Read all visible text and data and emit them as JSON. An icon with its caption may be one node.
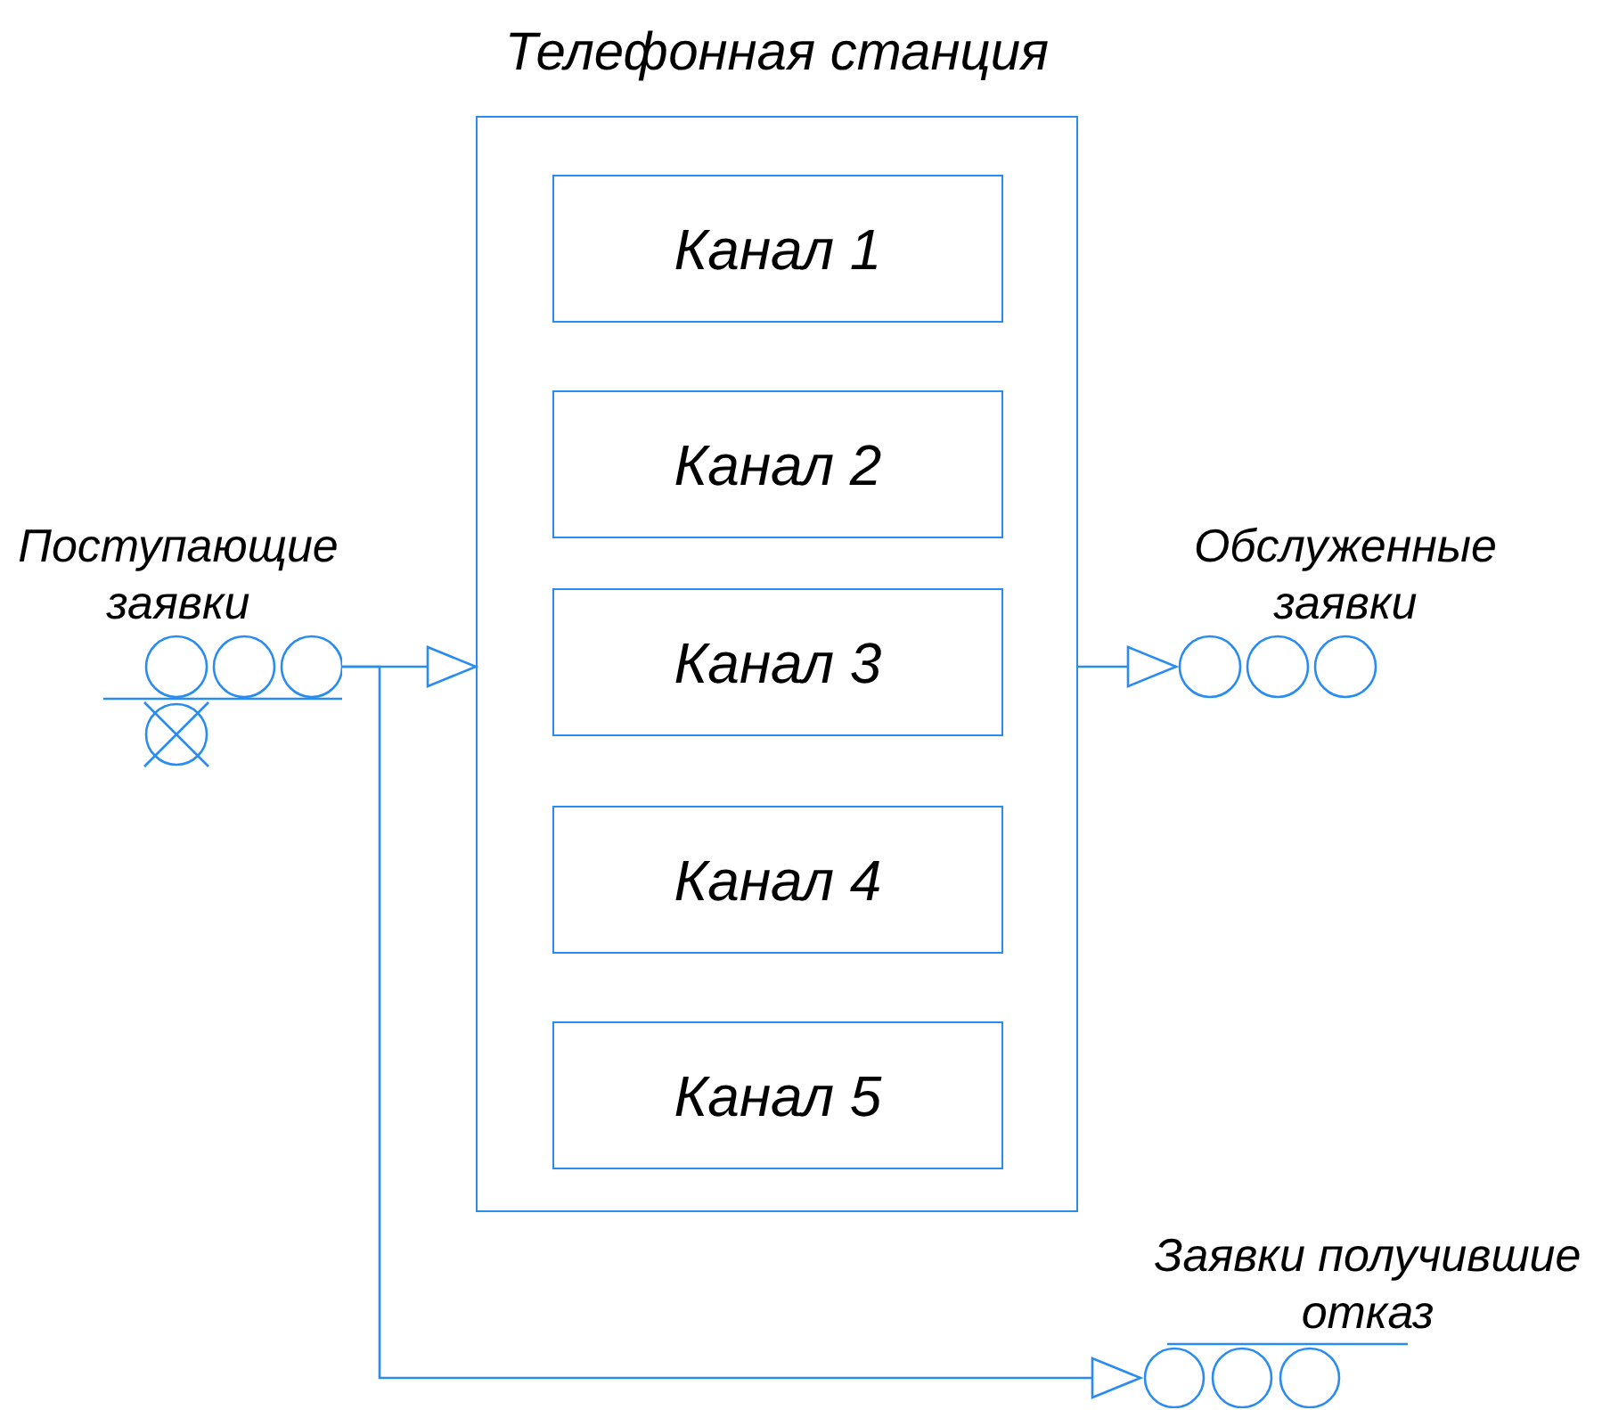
{
  "diagram": {
    "nodes": [
      {
        "text": [
          "Телефонная станция"
        ]
      },
      {
        "text": [
          "Канал 1"
        ],
        "in": 0
      },
      {
        "text": [
          "Канал 2"
        ],
        "in": 0
      },
      {
        "text": [
          "Канал 3"
        ],
        "in": 0
      },
      {
        "text": [
          "Канал 4"
        ],
        "in": 0
      },
      {
        "text": [
          "Канал 5"
        ],
        "in": 0
      },
      {
        "text": [
          "Поступающие заявки"
        ]
      },
      {
        "text": [
          "Обслуженные заявки"
        ]
      },
      {
        "text": [
          "Заявки получившие отказ"
        ]
      }
    ],
    "edges": [
      {
        "from": 6,
        "to": 0,
        "arrow": "to"
      },
      {
        "from": 0,
        "to": 7,
        "arrow": "to"
      },
      {
        "from": 6,
        "to": 8,
        "arrow": "to"
      }
    ]
  }
}
